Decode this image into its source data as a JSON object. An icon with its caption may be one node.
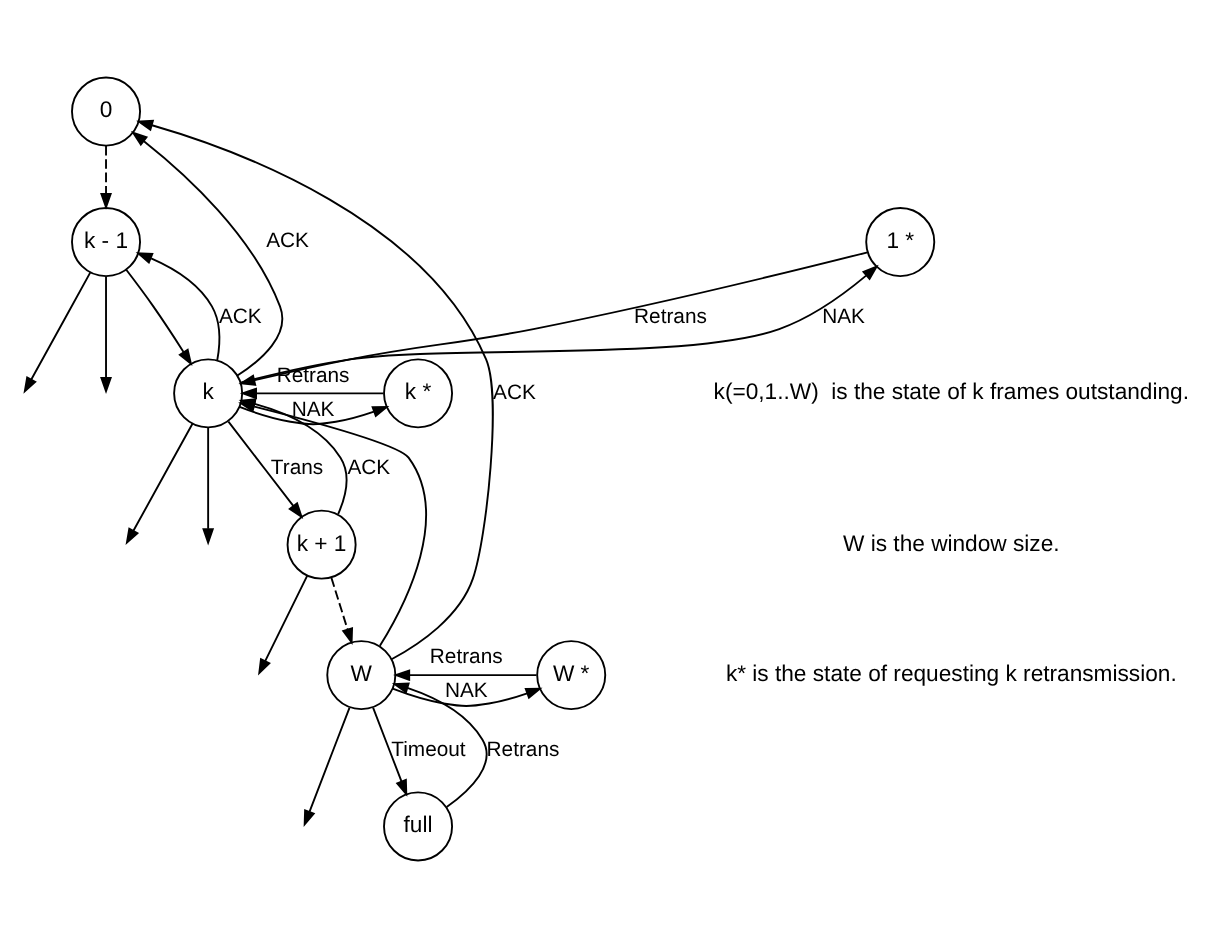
{
  "diagram": {
    "nodes": [
      {
        "text": [
          "0"
        ]
      },
      {
        "text": [
          "k - 1"
        ]
      },
      {
        "text": [
          "k"
        ]
      },
      {
        "text": [
          "k + 1"
        ]
      },
      {
        "text": [
          "W"
        ]
      },
      {
        "text": [
          "1 *"
        ]
      },
      {
        "text": [
          "k *"
        ]
      },
      {
        "text": [
          "W *"
        ]
      },
      {
        "text": [
          "full"
        ]
      }
    ],
    "edges": [
      {
        "from": 0,
        "to": 1,
        "arrow": "to",
        "style": "dashed"
      },
      {
        "from": 1,
        "to": 2,
        "arrow": "to"
      },
      {
        "from": 2,
        "to": 3,
        "arrow": "to",
        "label": "Trans"
      },
      {
        "from": 3,
        "to": 4,
        "arrow": "to",
        "style": "dashed"
      },
      {
        "from": 2,
        "to": 0,
        "arrow": "to",
        "label": "ACK"
      },
      {
        "from": 4,
        "to": 0,
        "arrow": "to",
        "label": "ACK"
      },
      {
        "from": 2,
        "to": 1,
        "arrow": "to",
        "label": "ACK"
      },
      {
        "from": 3,
        "to": 2,
        "arrow": "to",
        "label": "ACK"
      },
      {
        "from": 4,
        "to": 2,
        "arrow": "to"
      },
      {
        "from": 1,
        "to": null,
        "arrow": "to"
      },
      {
        "from": 1,
        "to": null,
        "arrow": "to"
      },
      {
        "from": 2,
        "to": null,
        "arrow": "to"
      },
      {
        "from": 3,
        "to": null,
        "arrow": "to"
      },
      {
        "from": 4,
        "to": null,
        "arrow": "to"
      },
      {
        "from": 2,
        "to": 5,
        "arrow": "to",
        "label": "NAK"
      },
      {
        "from": 5,
        "to": 2,
        "arrow": "to",
        "label": "Retrans"
      },
      {
        "from": 2,
        "to": null,
        "arrow": "to"
      },
      {
        "from": 2,
        "to": 6,
        "arrow": "to",
        "label": "NAK"
      },
      {
        "from": 6,
        "to": 2,
        "arrow": "to",
        "label": "Retrans"
      },
      {
        "from": 4,
        "to": 7,
        "arrow": "to",
        "label": "NAK"
      },
      {
        "from": 7,
        "to": 4,
        "arrow": "to",
        "label": "Retrans"
      },
      {
        "from": 4,
        "to": 8,
        "arrow": "to",
        "label": "Timeout"
      },
      {
        "from": 8,
        "to": 4,
        "arrow": "to",
        "label": "Retrans"
      }
    ],
    "labels": [
      "k(=0,1..W)  is the state of k frames outstanding.",
      "W is the window size.",
      "k* is the state of requesting k retransmission."
    ]
  }
}
